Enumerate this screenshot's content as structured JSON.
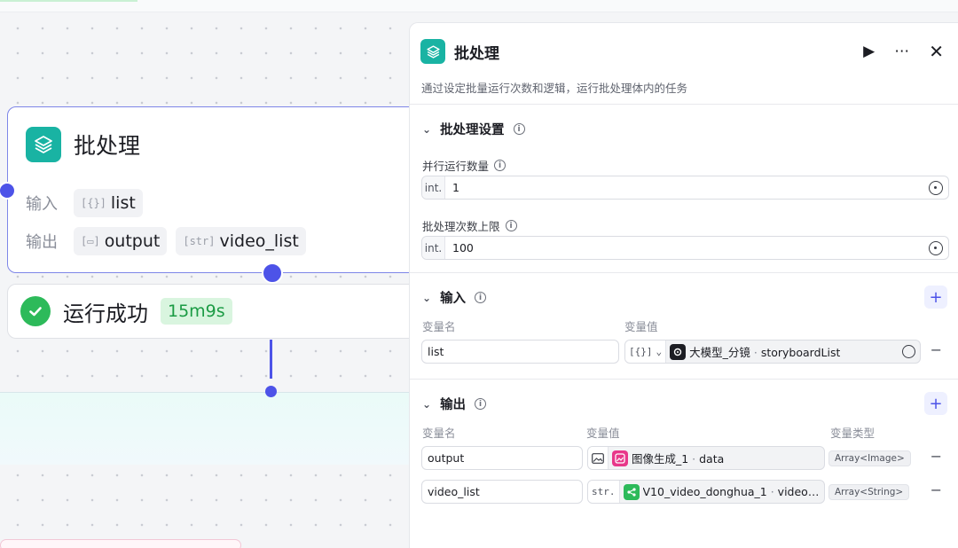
{
  "node": {
    "title": "批处理",
    "input_label": "输入",
    "output_label": "输出",
    "inputs": [
      {
        "type": "[{}]",
        "name": "list"
      }
    ],
    "outputs": [
      {
        "type": "[▭]",
        "name": "output"
      },
      {
        "type": "[str]",
        "name": "video_list"
      }
    ],
    "status_text": "运行成功",
    "time": "15m9s"
  },
  "panel": {
    "title": "批处理",
    "description": "通过设定批量运行次数和逻辑，运行批处理体内的任务",
    "settings": {
      "section_title": "批处理设置",
      "concurrency_label": "并行运行数量",
      "concurrency_type": "int.",
      "concurrency_value": "1",
      "max_label": "批处理次数上限",
      "max_type": "int.",
      "max_value": "100"
    },
    "input": {
      "section_title": "输入",
      "col_name": "变量名",
      "col_value": "变量值",
      "rows": [
        {
          "name": "list",
          "type": "[{}]",
          "source": "大模型_分镜",
          "field": "storyboardList"
        }
      ]
    },
    "output": {
      "section_title": "输出",
      "col_name": "变量名",
      "col_value": "变量值",
      "col_type": "变量类型",
      "rows": [
        {
          "name": "output",
          "source": "图像生成_1",
          "field": "data",
          "var_type": "Array<Image>"
        },
        {
          "name": "video_list",
          "type": "str.",
          "source": "V10_video_donghua_1",
          "field": "video…",
          "var_type": "Array<String>"
        }
      ]
    }
  },
  "colors": {
    "accent": "#4d53e8",
    "brand": "#19b3a3",
    "success": "#2dba5a"
  }
}
